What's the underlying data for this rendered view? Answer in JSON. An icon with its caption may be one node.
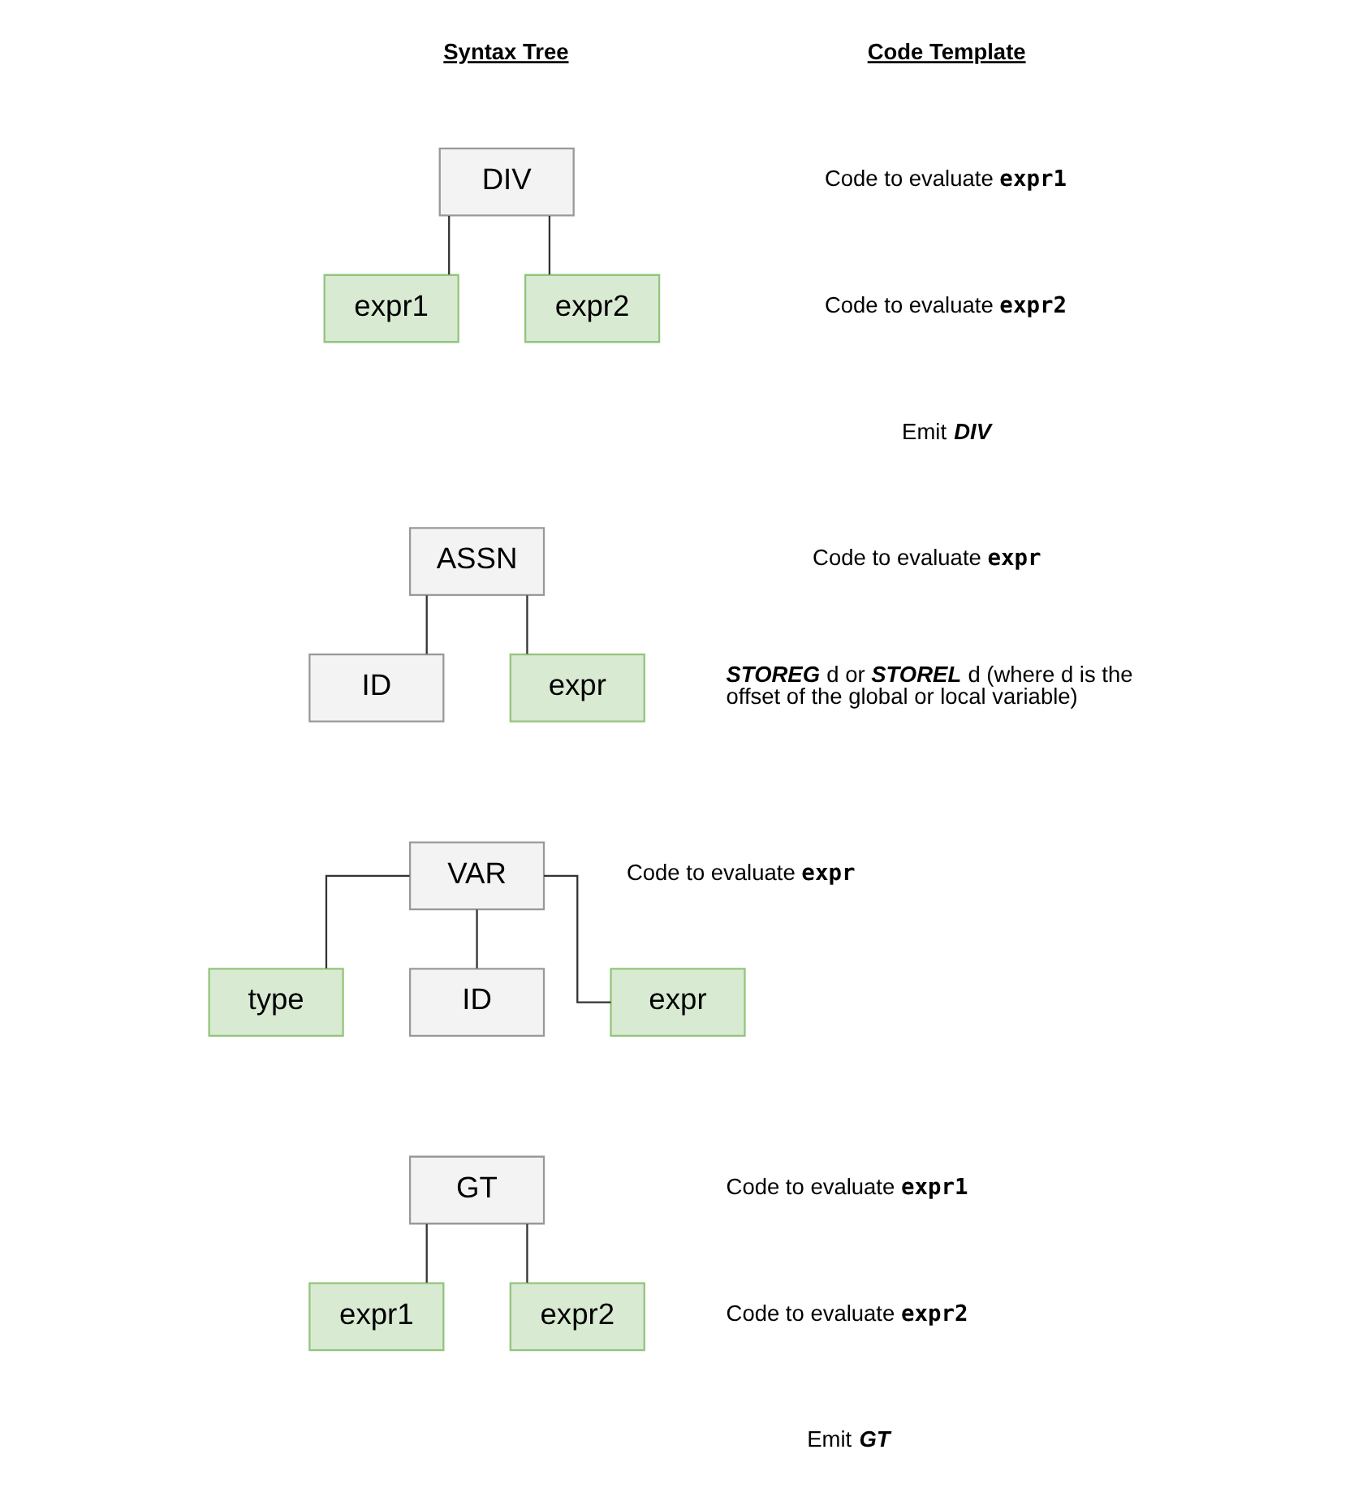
{
  "diagram": {
    "nodes": [
      {
        "text": [
          "DIV"
        ]
      },
      {
        "text": [
          "expr1"
        ]
      },
      {
        "text": [
          "expr2"
        ]
      },
      {
        "text": [
          "ASSN"
        ]
      },
      {
        "text": [
          "ID"
        ]
      },
      {
        "text": [
          "expr"
        ]
      },
      {
        "text": [
          "VAR"
        ]
      },
      {
        "text": [
          "type"
        ]
      },
      {
        "text": [
          "ID"
        ]
      },
      {
        "text": [
          "expr"
        ]
      },
      {
        "text": [
          "GT"
        ]
      },
      {
        "text": [
          "expr1"
        ]
      },
      {
        "text": [
          "expr2"
        ]
      }
    ],
    "edges": [
      {
        "from": 0,
        "to": 1,
        "arrow": "none"
      },
      {
        "from": 0,
        "to": 2,
        "arrow": "none"
      },
      {
        "from": 3,
        "to": 4,
        "arrow": "none"
      },
      {
        "from": 3,
        "to": 5,
        "arrow": "none"
      },
      {
        "from": 6,
        "to": 7,
        "arrow": "none"
      },
      {
        "from": 6,
        "to": 8,
        "arrow": "none"
      },
      {
        "from": 6,
        "to": 9,
        "arrow": "none"
      },
      {
        "from": 10,
        "to": 11,
        "arrow": "none"
      },
      {
        "from": 10,
        "to": 12,
        "arrow": "none"
      }
    ],
    "labels": [
      "Syntax Tree",
      "Code Template",
      "Code to evaluate **expr1**",
      "Code to evaluate **expr2**",
      "Emit *DIV*",
      "Code to evaluate **expr**",
      "*STOREG* d or *STOREL* d (where d is the offset of the global or local variable)",
      "Code to evaluate **expr**",
      "Code to evaluate **expr1**",
      "Code to evaluate **expr2**",
      "Emit *GT*"
    ]
  }
}
